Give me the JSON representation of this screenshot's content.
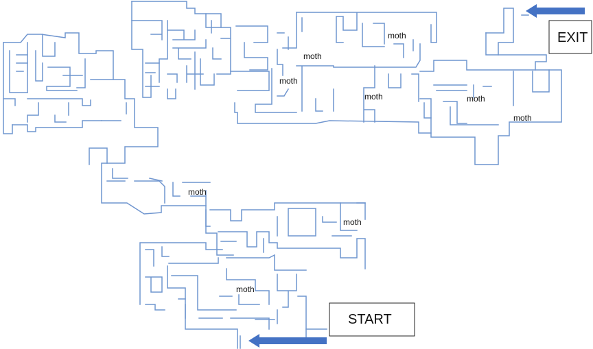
{
  "labels": {
    "exit": "EXIT",
    "start": "START",
    "moth": "moth"
  },
  "colors": {
    "wall": "#6f95cf",
    "arrow": "#4472c4",
    "text": "#111111"
  },
  "icons": {
    "exit_pointer": "arrow-left-icon",
    "start_pointer": "arrow-left-icon"
  }
}
